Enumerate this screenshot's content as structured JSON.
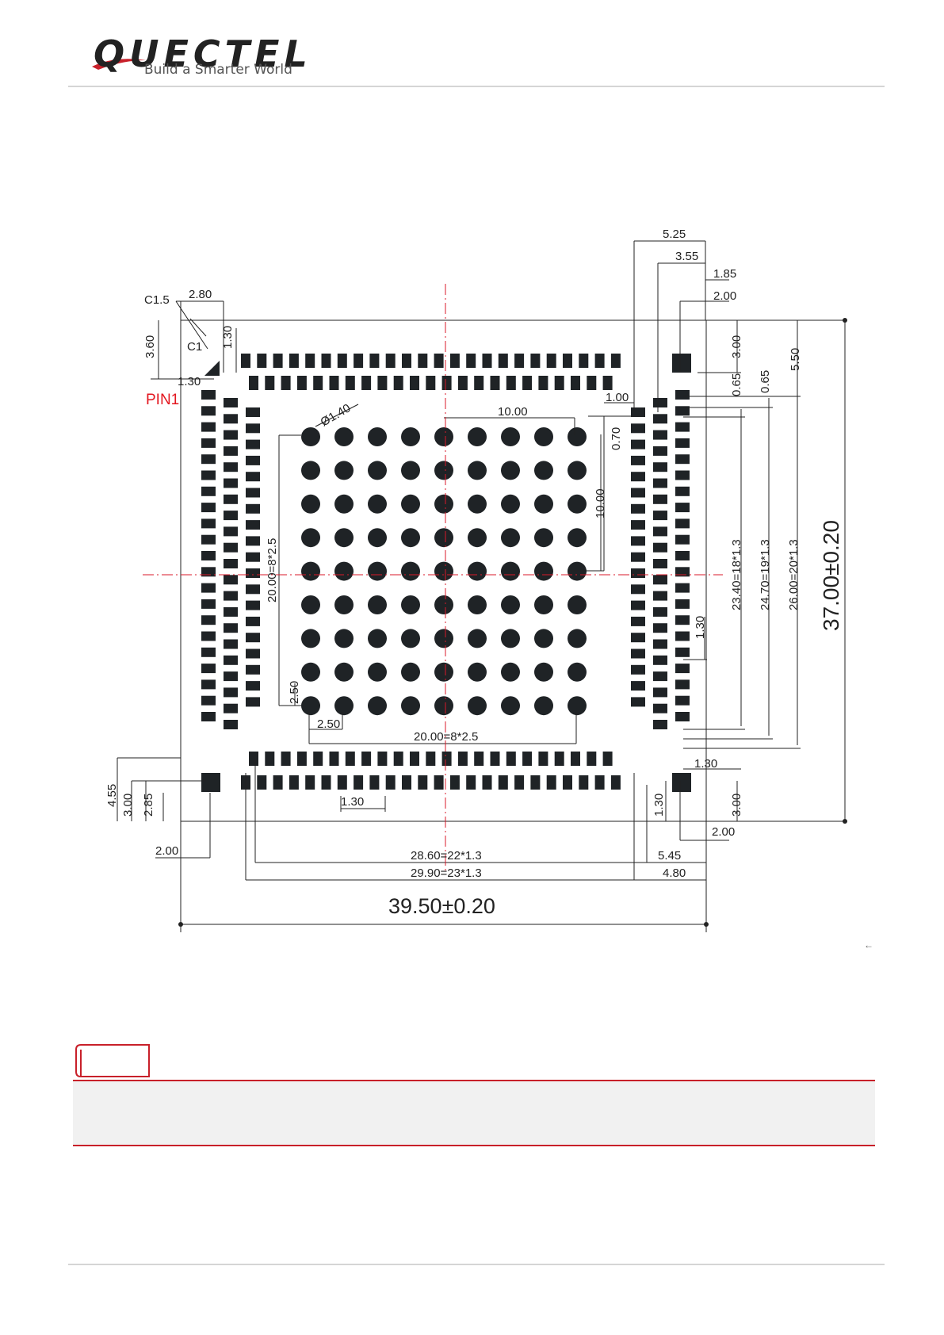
{
  "header": {
    "logo_word": "QUECTEL",
    "logo_tagline": "Build a Smarter World"
  },
  "drawing": {
    "pin1_label": "PIN1",
    "dims": {
      "c15": "C1.5",
      "c1": "C1",
      "top_280": "2.80",
      "left_360": "3.60",
      "pin_130_v": "1.30",
      "pin_130_h": "1.30",
      "ball_dia": "Ø1.40",
      "ball_10_h": "10.00",
      "ball_10_v": "10.00",
      "d070": "0.70",
      "d100": "1.00",
      "r525": "5.25",
      "r355": "3.55",
      "r185": "1.85",
      "r200_top": "2.00",
      "r300_top": "3.00",
      "r065_a": "0.65",
      "r065_b": "0.65",
      "r550": "5.50",
      "r2340": "23.40=18*1.3",
      "r2470": "24.70=19*1.3",
      "r2600": "26.00=20*1.3",
      "r3700": "37.00±0.20",
      "r130_mid": "1.30",
      "r130_bot": "1.30",
      "r300_bot": "3.00",
      "r200_bot": "2.00",
      "b2000_v": "20.00=8*2.5",
      "b250_v": "2.50",
      "b250_h": "2.50",
      "b2000_h": "20.00=8*2.5",
      "l455": "4.55",
      "l300": "3.00",
      "l285": "2.85",
      "l200": "2.00",
      "bot_130_pad": "1.30",
      "bot_130_v": "1.30",
      "d2860": "28.60=22*1.3",
      "d2990": "29.90=23*1.3",
      "d545": "5.45",
      "d480": "4.80",
      "d3950": "39.50±0.20"
    }
  },
  "colors": {
    "ink": "#222222",
    "pad": "#1f2326",
    "centerline": "#d8192a",
    "pin1": "#e3161f",
    "note_border": "#c8202a"
  }
}
